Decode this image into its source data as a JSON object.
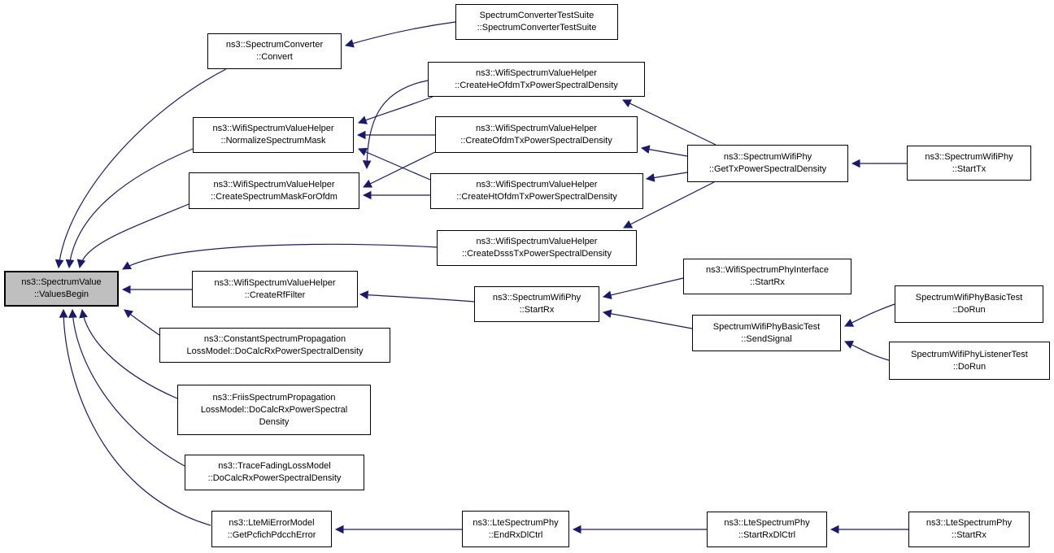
{
  "diagram": {
    "type": "call-graph",
    "root_function": "ns3::SpectrumValue::ValuesBegin",
    "colors": {
      "edge": "#191970",
      "node_border": "#000000",
      "node_fill": "#ffffff",
      "root_fill": "#bfbfbf"
    },
    "nodes": {
      "values_begin": {
        "label": "ns3::SpectrumValue\n::ValuesBegin"
      },
      "convert": {
        "label": "ns3::SpectrumConverter\n::Convert"
      },
      "converter_test_suite": {
        "label": "SpectrumConverterTestSuite\n::SpectrumConverterTestSuite"
      },
      "create_he_ofdm": {
        "label": "ns3::WifiSpectrumValueHelper\n::CreateHeOfdmTxPowerSpectralDensity"
      },
      "normalize_mask": {
        "label": "ns3::WifiSpectrumValueHelper\n::NormalizeSpectrumMask"
      },
      "create_ofdm": {
        "label": "ns3::WifiSpectrumValueHelper\n::CreateOfdmTxPowerSpectralDensity"
      },
      "create_mask_ofdm": {
        "label": "ns3::WifiSpectrumValueHelper\n::CreateSpectrumMaskForOfdm"
      },
      "create_ht_ofdm": {
        "label": "ns3::WifiSpectrumValueHelper\n::CreateHtOfdmTxPowerSpectralDensity"
      },
      "create_dsss": {
        "label": "ns3::WifiSpectrumValueHelper\n::CreateDsssTxPowerSpectralDensity"
      },
      "get_tx_psd": {
        "label": "ns3::SpectrumWifiPhy\n::GetTxPowerSpectralDensity"
      },
      "start_tx": {
        "label": "ns3::SpectrumWifiPhy\n::StartTx"
      },
      "create_rf_filter": {
        "label": "ns3::WifiSpectrumValueHelper\n::CreateRfFilter"
      },
      "wifi_start_rx": {
        "label": "ns3::SpectrumWifiPhy\n::StartRx"
      },
      "phy_iface_start_rx": {
        "label": "ns3::WifiSpectrumPhyInterface\n::StartRx"
      },
      "send_signal": {
        "label": "SpectrumWifiPhyBasicTest\n::SendSignal"
      },
      "basic_do_run": {
        "label": "SpectrumWifiPhyBasicTest\n::DoRun"
      },
      "listener_do_run": {
        "label": "SpectrumWifiPhyListenerTest\n::DoRun"
      },
      "constant_loss": {
        "label": "ns3::ConstantSpectrumPropagation\nLossModel::DoCalcRxPowerSpectralDensity"
      },
      "friis_loss": {
        "label": "ns3::FriisSpectrumPropagation\nLossModel::DoCalcRxPowerSpectral\nDensity"
      },
      "trace_fading": {
        "label": "ns3::TraceFadingLossModel\n::DoCalcRxPowerSpectralDensity"
      },
      "lte_mi_error": {
        "label": "ns3::LteMiErrorModel\n::GetPcfichPdcchError"
      },
      "end_rx_dl_ctrl": {
        "label": "ns3::LteSpectrumPhy\n::EndRxDlCtrl"
      },
      "start_rx_dl_ctrl": {
        "label": "ns3::LteSpectrumPhy\n::StartRxDlCtrl"
      },
      "lte_start_rx": {
        "label": "ns3::LteSpectrumPhy\n::StartRx"
      }
    },
    "edges": [
      {
        "from": "convert",
        "to": "values_begin"
      },
      {
        "from": "normalize_mask",
        "to": "values_begin"
      },
      {
        "from": "create_mask_ofdm",
        "to": "values_begin"
      },
      {
        "from": "create_dsss",
        "to": "values_begin"
      },
      {
        "from": "create_rf_filter",
        "to": "values_begin"
      },
      {
        "from": "constant_loss",
        "to": "values_begin"
      },
      {
        "from": "friis_loss",
        "to": "values_begin"
      },
      {
        "from": "trace_fading",
        "to": "values_begin"
      },
      {
        "from": "lte_mi_error",
        "to": "values_begin"
      },
      {
        "from": "converter_test_suite",
        "to": "convert"
      },
      {
        "from": "create_he_ofdm",
        "to": "normalize_mask"
      },
      {
        "from": "create_ofdm",
        "to": "normalize_mask"
      },
      {
        "from": "create_ht_ofdm",
        "to": "normalize_mask"
      },
      {
        "from": "create_he_ofdm",
        "to": "create_mask_ofdm"
      },
      {
        "from": "create_ofdm",
        "to": "create_mask_ofdm"
      },
      {
        "from": "create_ht_ofdm",
        "to": "create_mask_ofdm"
      },
      {
        "from": "get_tx_psd",
        "to": "create_he_ofdm"
      },
      {
        "from": "get_tx_psd",
        "to": "create_ofdm"
      },
      {
        "from": "get_tx_psd",
        "to": "create_ht_ofdm"
      },
      {
        "from": "get_tx_psd",
        "to": "create_dsss"
      },
      {
        "from": "start_tx",
        "to": "get_tx_psd"
      },
      {
        "from": "wifi_start_rx",
        "to": "create_rf_filter"
      },
      {
        "from": "phy_iface_start_rx",
        "to": "wifi_start_rx"
      },
      {
        "from": "send_signal",
        "to": "wifi_start_rx"
      },
      {
        "from": "basic_do_run",
        "to": "send_signal"
      },
      {
        "from": "listener_do_run",
        "to": "send_signal"
      },
      {
        "from": "end_rx_dl_ctrl",
        "to": "lte_mi_error"
      },
      {
        "from": "start_rx_dl_ctrl",
        "to": "end_rx_dl_ctrl"
      },
      {
        "from": "lte_start_rx",
        "to": "start_rx_dl_ctrl"
      }
    ]
  }
}
